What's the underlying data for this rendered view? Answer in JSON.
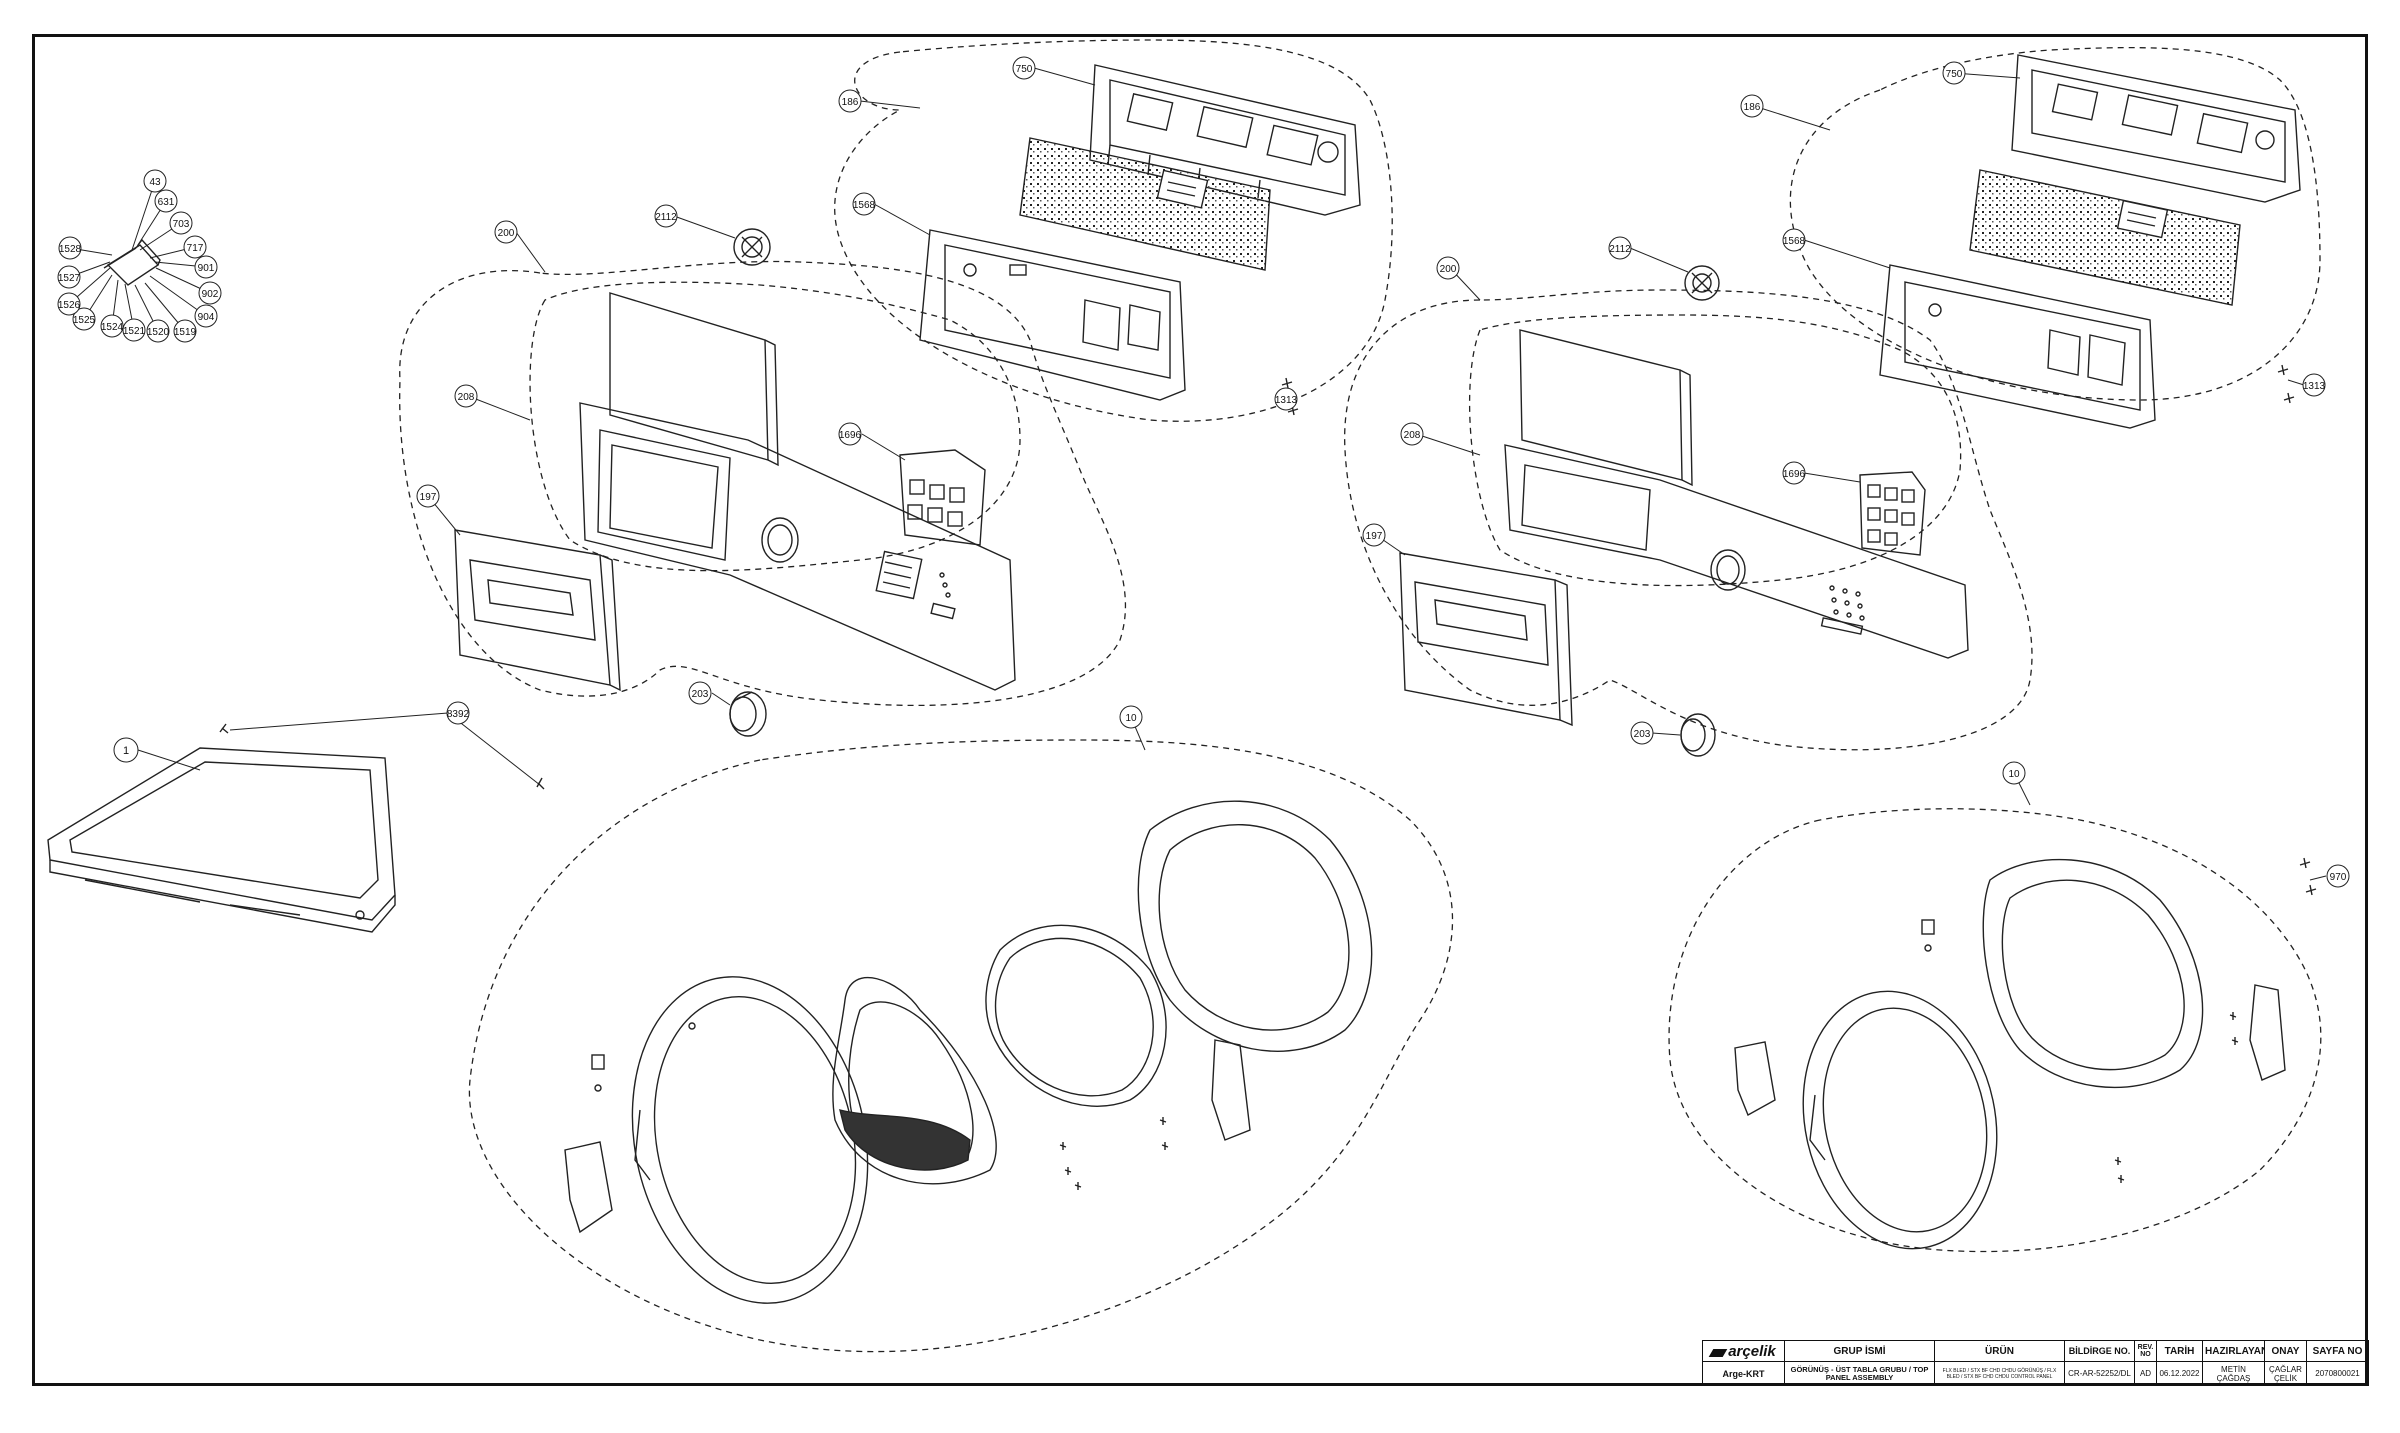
{
  "callouts": {
    "left": [
      "43",
      "631",
      "703",
      "717",
      "901",
      "902",
      "904",
      "1519",
      "1520",
      "1521",
      "1524",
      "1525",
      "1526",
      "1527",
      "1528",
      "186",
      "750",
      "1568",
      "2112",
      "200",
      "208",
      "1696",
      "197",
      "1313",
      "1",
      "8392",
      "203",
      "10"
    ],
    "right": [
      "186",
      "750",
      "1568",
      "2112",
      "200",
      "208",
      "1696",
      "197",
      "1313",
      "203",
      "10",
      "970"
    ]
  },
  "title_block": {
    "brand": "arçelik",
    "headers": {
      "group": "GRUP İSMİ",
      "product": "ÜRÜN",
      "notice": "BİLDİRGE NO.",
      "rev": "REV. NO",
      "date": "TARİH",
      "prepared": "HAZIRLAYAN",
      "approved": "ONAY",
      "page": "SAYFA NO"
    },
    "values": {
      "brand_code": "Arge-KRT",
      "group": "GÖRÜNÜŞ - ÜST TABLA GRUBU / TOP PANEL ASSEMBLY",
      "product": "FLX BLED / STX BF CHD CHDU GÖRÜNÜŞ / FLX BLED / STX BF CHD CHDU CONTROL PANEL",
      "notice": "CR-AR-52252/DL",
      "rev": "AD",
      "date": "06.12.2022",
      "prepared": "METİN ÇAĞDAŞ",
      "approved": "ÇAĞLAR ÇELİK",
      "page": "2070800021"
    }
  }
}
